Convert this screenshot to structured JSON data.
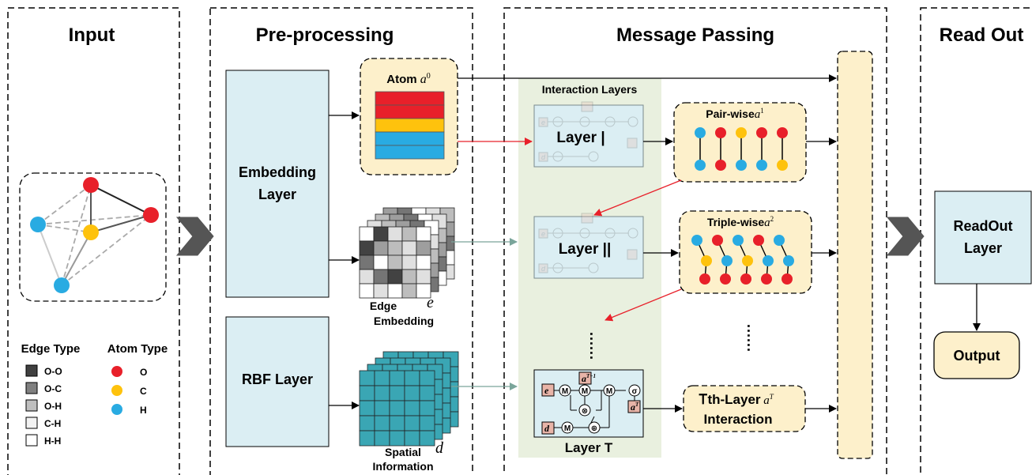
{
  "panels": {
    "input": "Input",
    "preprocessing": "Pre-processing",
    "message_passing": "Message Passing",
    "readout": "Read Out"
  },
  "legend": {
    "edge_title": "Edge Type",
    "atom_title": "Atom Type",
    "edge_types": [
      "O-O",
      "O-C",
      "O-H",
      "C-H",
      "H-H"
    ],
    "edge_colors": [
      "#404040",
      "#808080",
      "#bfbfbf",
      "#f2f2f2",
      "#ffffff"
    ],
    "atom_types": [
      "O",
      "C",
      "H"
    ],
    "atom_colors": [
      "#e8202a",
      "#fec20d",
      "#29abe2"
    ]
  },
  "preprocessing": {
    "embedding_layer": [
      "Embedding",
      "Layer"
    ],
    "rbf_layer": "RBF Layer",
    "atom_label": "Atom",
    "atom_symbol": "a",
    "atom_sup": "0",
    "edge_label": [
      "Edge",
      "Embedding"
    ],
    "edge_symbol": "e",
    "spatial_label": [
      "Spatial",
      "Information"
    ],
    "spatial_symbol": "d"
  },
  "message_passing": {
    "interaction_layers": "Interaction Layers",
    "layer1": "Layer |",
    "layer2": "Layer ||",
    "layerT": "Layer T",
    "pairwise": "Pair-wise",
    "pairwise_sup": "1",
    "triplewise": "Triple-wise",
    "triplewise_sup": "2",
    "tth_layer": "Ꭲth-Layer",
    "tth_sup": "T",
    "interaction": "Interaction",
    "ellipsis": "......",
    "ops": {
      "m": "M",
      "sigma": "σ",
      "otimes": "⊗",
      "oplus": "⊕",
      "e": "e",
      "d": "d",
      "a": "a",
      "a_prev_sup": "T−1",
      "a_out_sup": "T"
    }
  },
  "readout": {
    "readout_layer": [
      "ReadOut",
      "Layer"
    ],
    "output": "Output"
  }
}
